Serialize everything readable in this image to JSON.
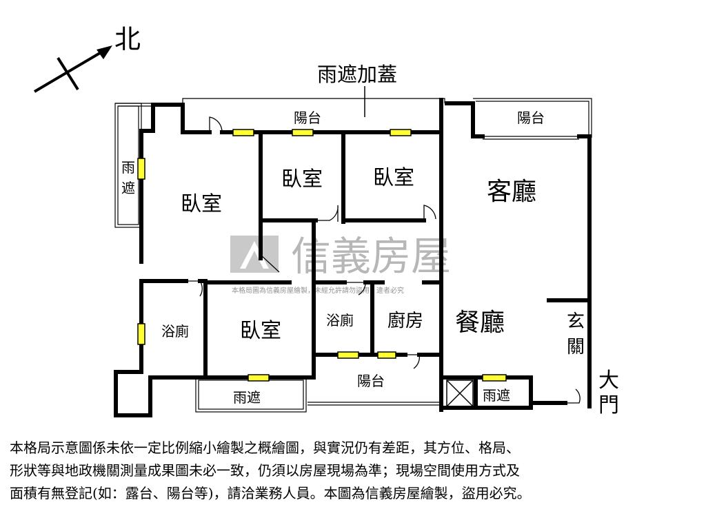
{
  "compass": {
    "label": "北"
  },
  "annotation": {
    "rain_cover_added": "雨遮加蓋"
  },
  "rooms": {
    "balcony_top": "陽台",
    "balcony_right": "陽台",
    "balcony_bottom": "陽台",
    "rain_cover_left": "雨遮",
    "rain_cover_bottom_left": "雨遮",
    "rain_cover_bottom_right": "雨遮",
    "bedroom_large": "臥室",
    "bedroom_mid": "臥室",
    "bedroom_right": "臥室",
    "bedroom_lower": "臥室",
    "living_room": "客廳",
    "dining_room": "餐廳",
    "bathroom_left": "浴廁",
    "bathroom_center": "浴廁",
    "kitchen": "廚房",
    "foyer": "玄關",
    "main_door": "大門"
  },
  "watermark": {
    "brand": "信義房屋",
    "notice": "本格局圖為信義房屋繪製，未經允許請勿盜用，違者必究"
  },
  "disclaimer": {
    "lines": [
      "本格局示意圖係未依一定比例縮小繪製之概繪圖，與實況仍有差距，其方位、格局、",
      "形狀等與地政機關測量成果圖未必一致，仍須以房屋現場為準；現場空間使用方式及",
      "面積有無登記(如：露台、陽台等)，請洽業務人員。本圖為信義房屋繪製，盜用必究。"
    ]
  }
}
